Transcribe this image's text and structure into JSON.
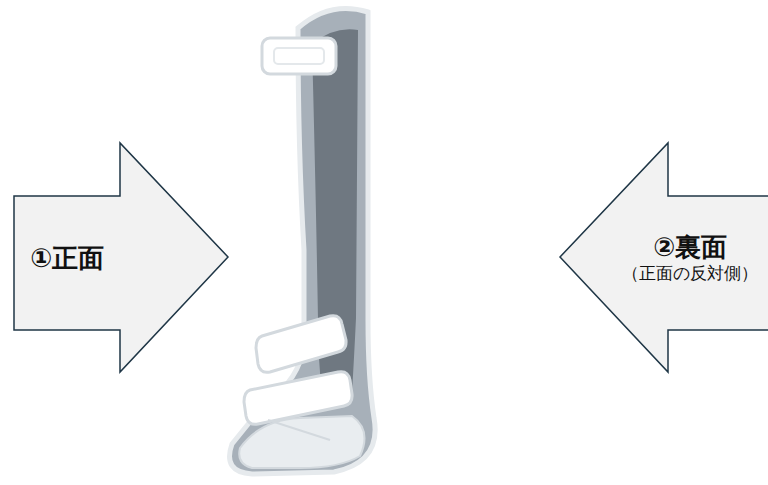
{
  "diagram": {
    "nodes": [
      {
        "text": [
          "①正面"
        ]
      },
      {
        "text": [
          "②裏面",
          "（正面の反対側）"
        ]
      }
    ]
  }
}
